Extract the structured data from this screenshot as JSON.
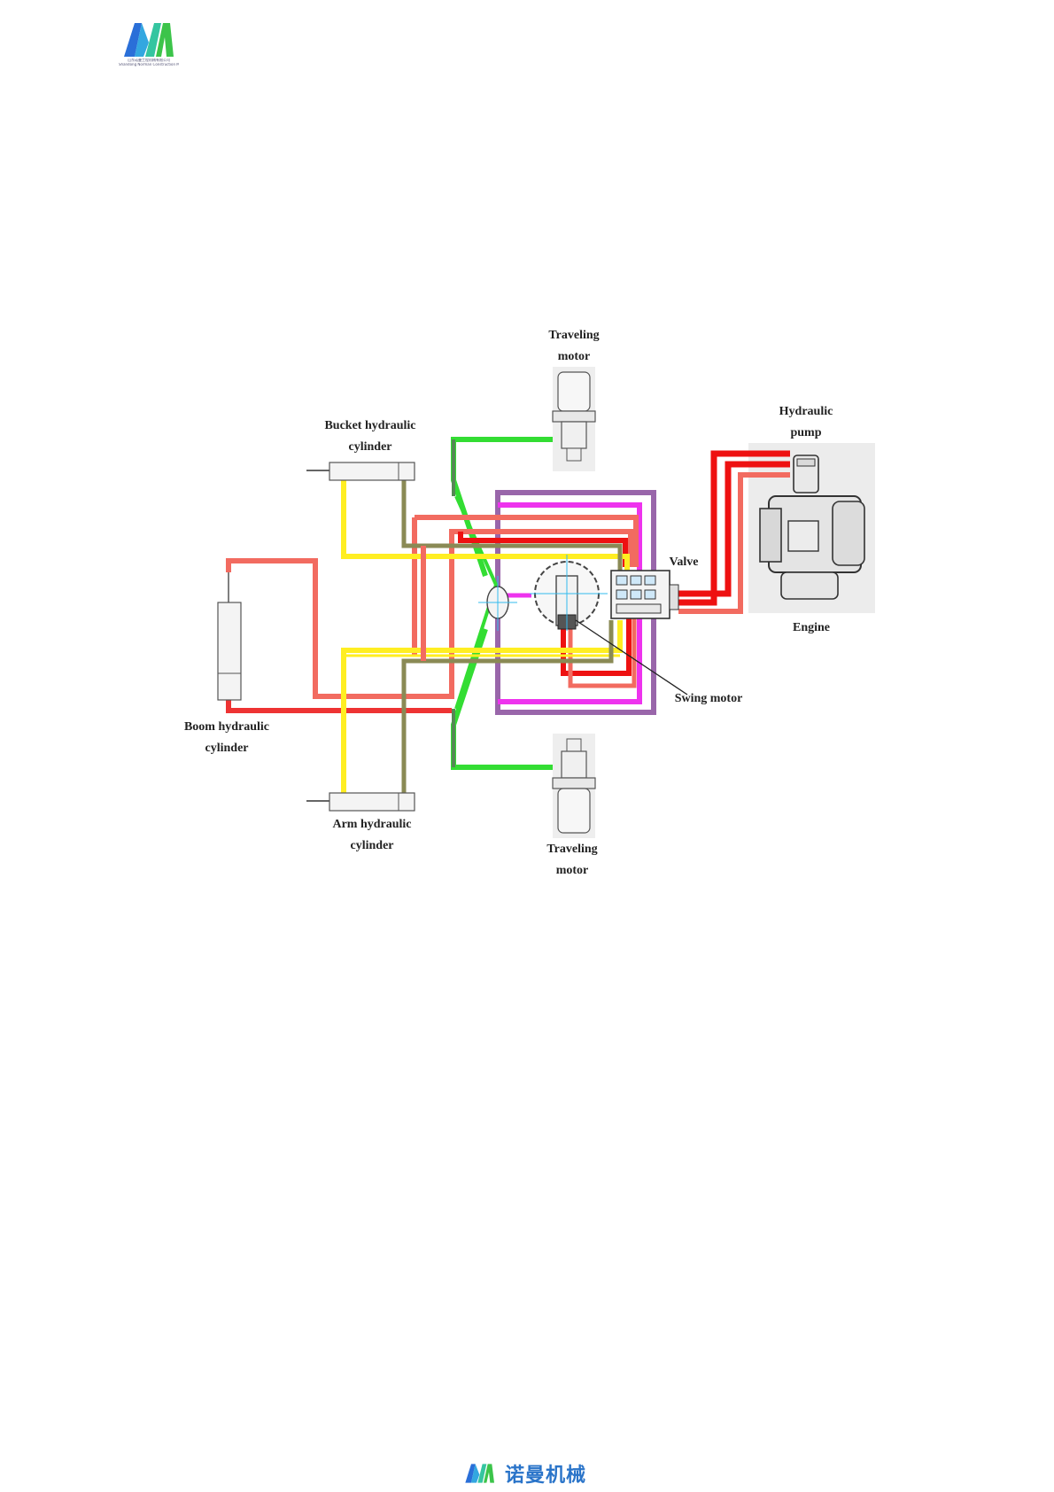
{
  "header": {
    "logo_caption_line1": "山东诺曼工程机械有限公司",
    "logo_caption_line2": "Shandong Norman Construction Machinery Co., Ltd."
  },
  "diagram": {
    "labels": {
      "traveling_motor_top": [
        "Traveling",
        "motor"
      ],
      "bucket_cylinder": [
        "Bucket hydraulic",
        "cylinder"
      ],
      "hydraulic_pump": [
        "Hydraulic",
        "pump"
      ],
      "valve": "Valve",
      "engine": "Engine",
      "swing_motor": "Swing motor",
      "boom_cylinder": [
        "Boom hydraulic",
        "cylinder"
      ],
      "arm_cylinder": [
        "Arm hydraulic",
        "cylinder"
      ],
      "traveling_motor_bottom": [
        "Traveling",
        "motor"
      ]
    },
    "line_colors": {
      "pressure": "#ee1111",
      "pressure_light": "#f26b60",
      "pilot": "#ffee22",
      "return": "#8a8a55",
      "travel": "#33dd33",
      "swing": "#ee33ee",
      "case_drain": "#9966aa"
    }
  },
  "footer": {
    "brand_text": "诺曼机械"
  }
}
